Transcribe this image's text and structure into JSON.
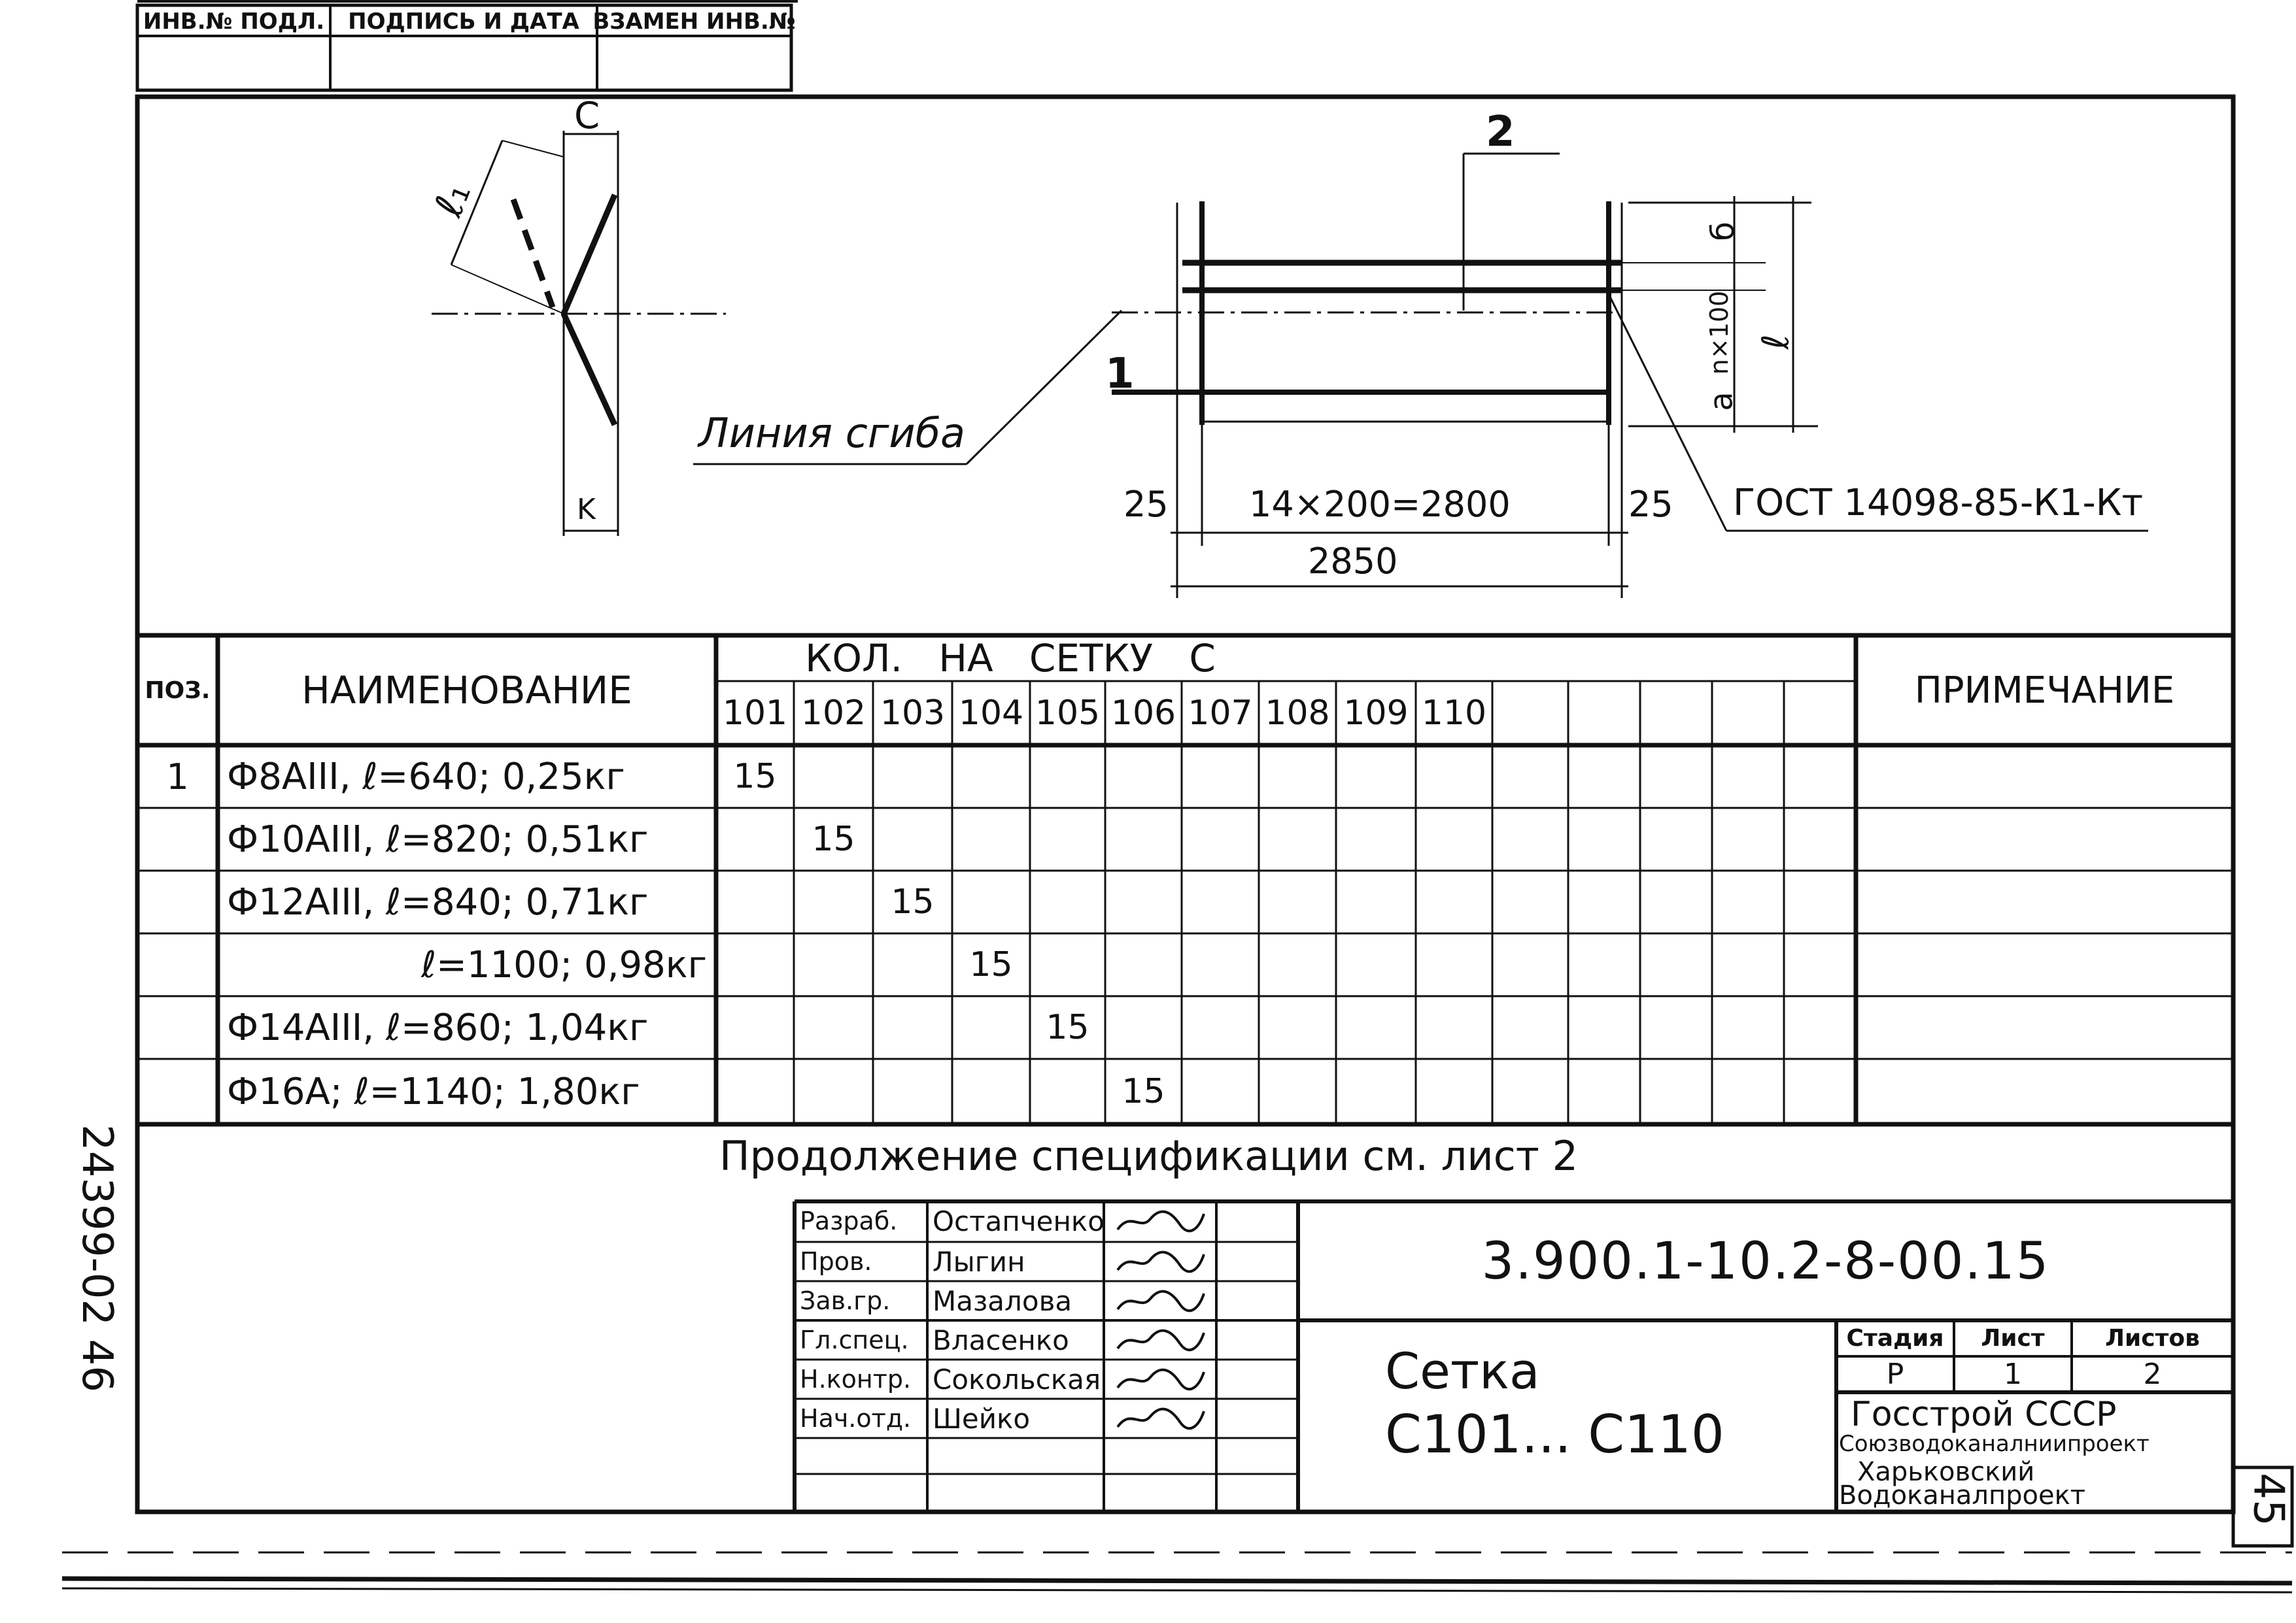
{
  "stamp_top": {
    "col1": "ИНВ.№ ПОДЛ.",
    "col2": "ПОДПИСЬ И ДАТА",
    "col3": "ВЗАМЕН ИНВ.№"
  },
  "side_code": "24399-02   46",
  "sheet_corner_number": "45",
  "drawing": {
    "bend_label_c": "C",
    "bend_label_l1": "ℓ₁",
    "bend_label_k": "K",
    "bend_line_label": "Линия сгиба",
    "pos1": "1",
    "pos2": "2",
    "dim_25_left": "25",
    "dim_pitch": "14×200=2800",
    "dim_25_right": "25",
    "dim_total": "2850",
    "dim_b": "б",
    "dim_n100": "n×100",
    "dim_a": "a",
    "dim_l": "ℓ",
    "gost": "ГОСТ 14098-85-К1-Кт"
  },
  "spec_table": {
    "header_pos": "ПОЗ.",
    "header_name": "НАИМЕНОВАНИЕ",
    "header_qty": "КОЛ.   НА   СЕТКУ   С",
    "header_note": "ПРИМЕЧАНИЕ",
    "columns": [
      "101",
      "102",
      "103",
      "104",
      "105",
      "106",
      "107",
      "108",
      "109",
      "110"
    ],
    "rows": [
      {
        "pos": "1",
        "name": "Ф8АIII, ℓ=640; 0,25кг",
        "qty": "15",
        "col": 0
      },
      {
        "pos": "",
        "name": "Ф10АIII, ℓ=820; 0,51кг",
        "qty": "15",
        "col": 1
      },
      {
        "pos": "",
        "name": "Ф12АIII, ℓ=840; 0,71кг",
        "qty": "15",
        "col": 2
      },
      {
        "pos": "",
        "name": "ℓ=1100; 0,98кг",
        "qty": "15",
        "col": 3
      },
      {
        "pos": "",
        "name": "Ф14АIII, ℓ=860; 1,04кг",
        "qty": "15",
        "col": 4
      },
      {
        "pos": "",
        "name": "Ф16А; ℓ=1140; 1,80кг",
        "qty": "15",
        "col": 5
      }
    ],
    "continuation": "Продолжение спецификации см. лист 2"
  },
  "title_block": {
    "signatures": [
      {
        "role": "Разраб.",
        "name": "Остапченко"
      },
      {
        "role": "Пров.",
        "name": "Лыгин"
      },
      {
        "role": "Зав.гр.",
        "name": "Мазалова"
      },
      {
        "role": "Гл.спец.",
        "name": "Власенко"
      },
      {
        "role": "Н.контр.",
        "name": "Сокольская"
      },
      {
        "role": "Нач.отд.",
        "name": "Шейко"
      }
    ],
    "doc_code": "3.900.1-10.2-8-00.15",
    "title_line1": "Сетка",
    "title_line2": "С101... С110",
    "stage_label": "Стадия",
    "sheet_label": "Лист",
    "sheets_label": "Листов",
    "stage_value": "Р",
    "sheet_value": "1",
    "sheets_value": "2",
    "org_line1": "Госстрой СССР",
    "org_line2": "Союзводоканалниипроект",
    "org_line3": "Харьковский",
    "org_line4": "Водоканалпроект"
  }
}
